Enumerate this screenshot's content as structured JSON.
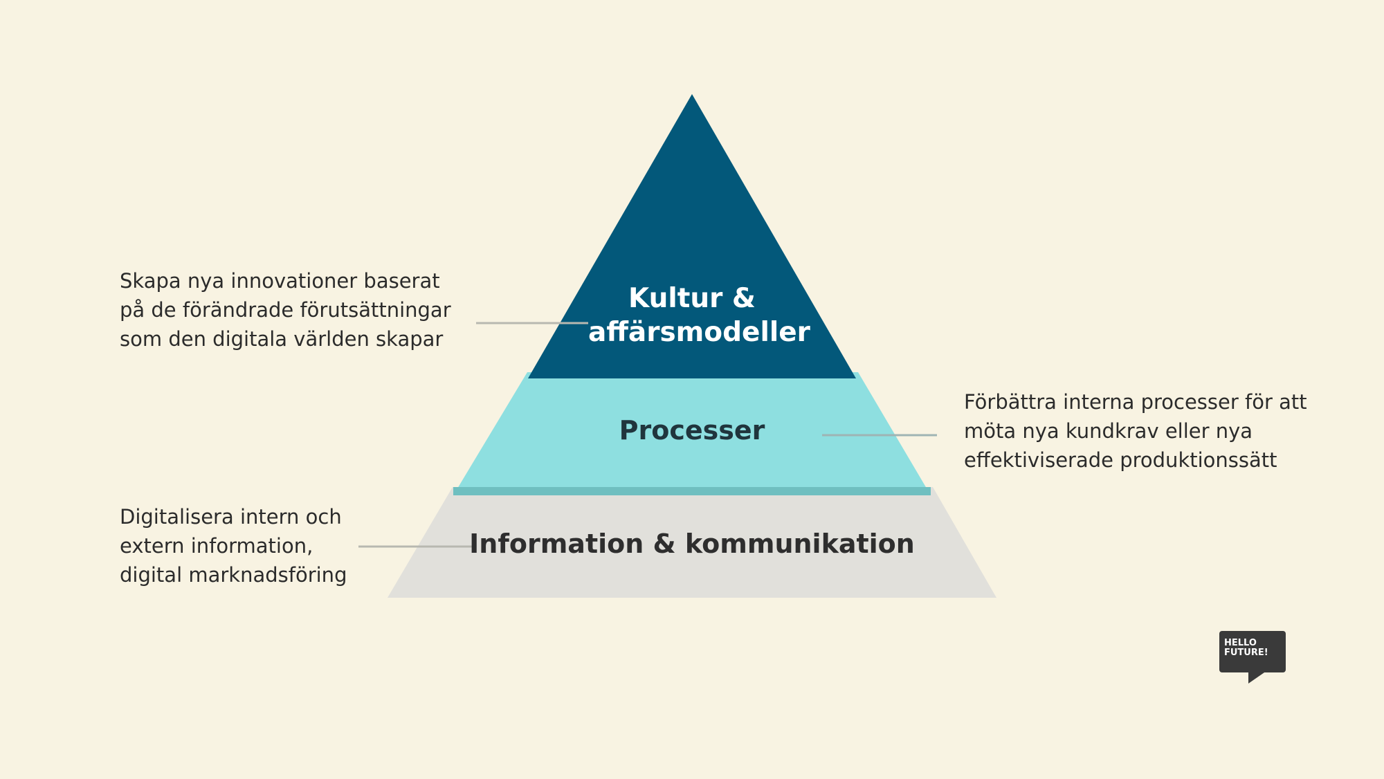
{
  "pyramid": {
    "top": {
      "label_line1": "Kultur &",
      "label_line2": "affärsmodeller",
      "color": "#03587a"
    },
    "middle": {
      "label": "Processer",
      "color": "#8edfe0",
      "edge_color": "#6fbfc0"
    },
    "bottom": {
      "label": "Information & kommunikation",
      "color": "#e1e0db"
    }
  },
  "descriptions": {
    "top": [
      "Skapa nya innovationer baserat",
      "på de förändrade förutsättningar",
      "som den digitala världen skapar"
    ],
    "middle": [
      "Förbättra interna processer för att",
      "möta nya kundkrav eller nya",
      "effektiviserade produktionssätt"
    ],
    "bottom": [
      "Digitalisera intern och",
      "extern information,",
      "digital marknadsföring"
    ]
  },
  "connector_color": "#b8b8b0",
  "logo": {
    "line1": "HELLO",
    "line2": "FUTURE!",
    "icon": "speech-bubble-logo"
  }
}
